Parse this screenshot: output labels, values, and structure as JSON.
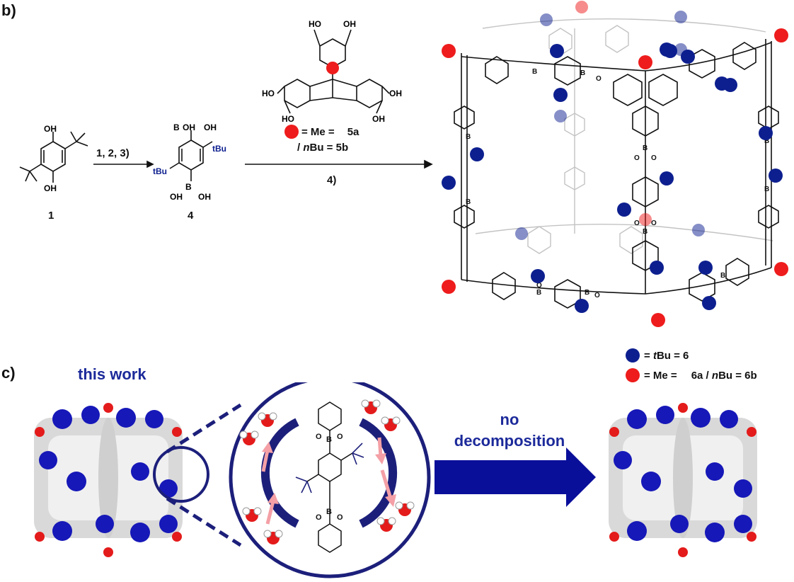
{
  "panels": {
    "b": "b)",
    "c": "c)"
  },
  "scheme": {
    "compound_1": "1",
    "compound_4": "4",
    "step1": "1, 2, 3)",
    "step2": "4)",
    "reagent_legend_me": "= Me =",
    "reagent_5a": "5a",
    "reagent_nbu_prefix": "/ ",
    "reagent_nbu_italic": "n",
    "reagent_nbu_rest": "Bu = 5b",
    "tbu": "tBu",
    "oh": "OH",
    "ho": "HO",
    "b": "B",
    "o": "O"
  },
  "legend": {
    "blue_eq": "= ",
    "blue_italic": "t",
    "blue_rest": "Bu =  6",
    "red_eq": "= Me =",
    "red_a": "6a / ",
    "red_italic": "n",
    "red_b": "Bu = 6b"
  },
  "panel_c": {
    "title": "this work",
    "arrow_line1": "no",
    "arrow_line2": "decomposition"
  },
  "colors": {
    "blue": "#0d1f8f",
    "red": "#ee1c1c",
    "navy": "#1c1f7a",
    "arrow": "#0a0f9a",
    "pink": "#f4a0a6"
  }
}
